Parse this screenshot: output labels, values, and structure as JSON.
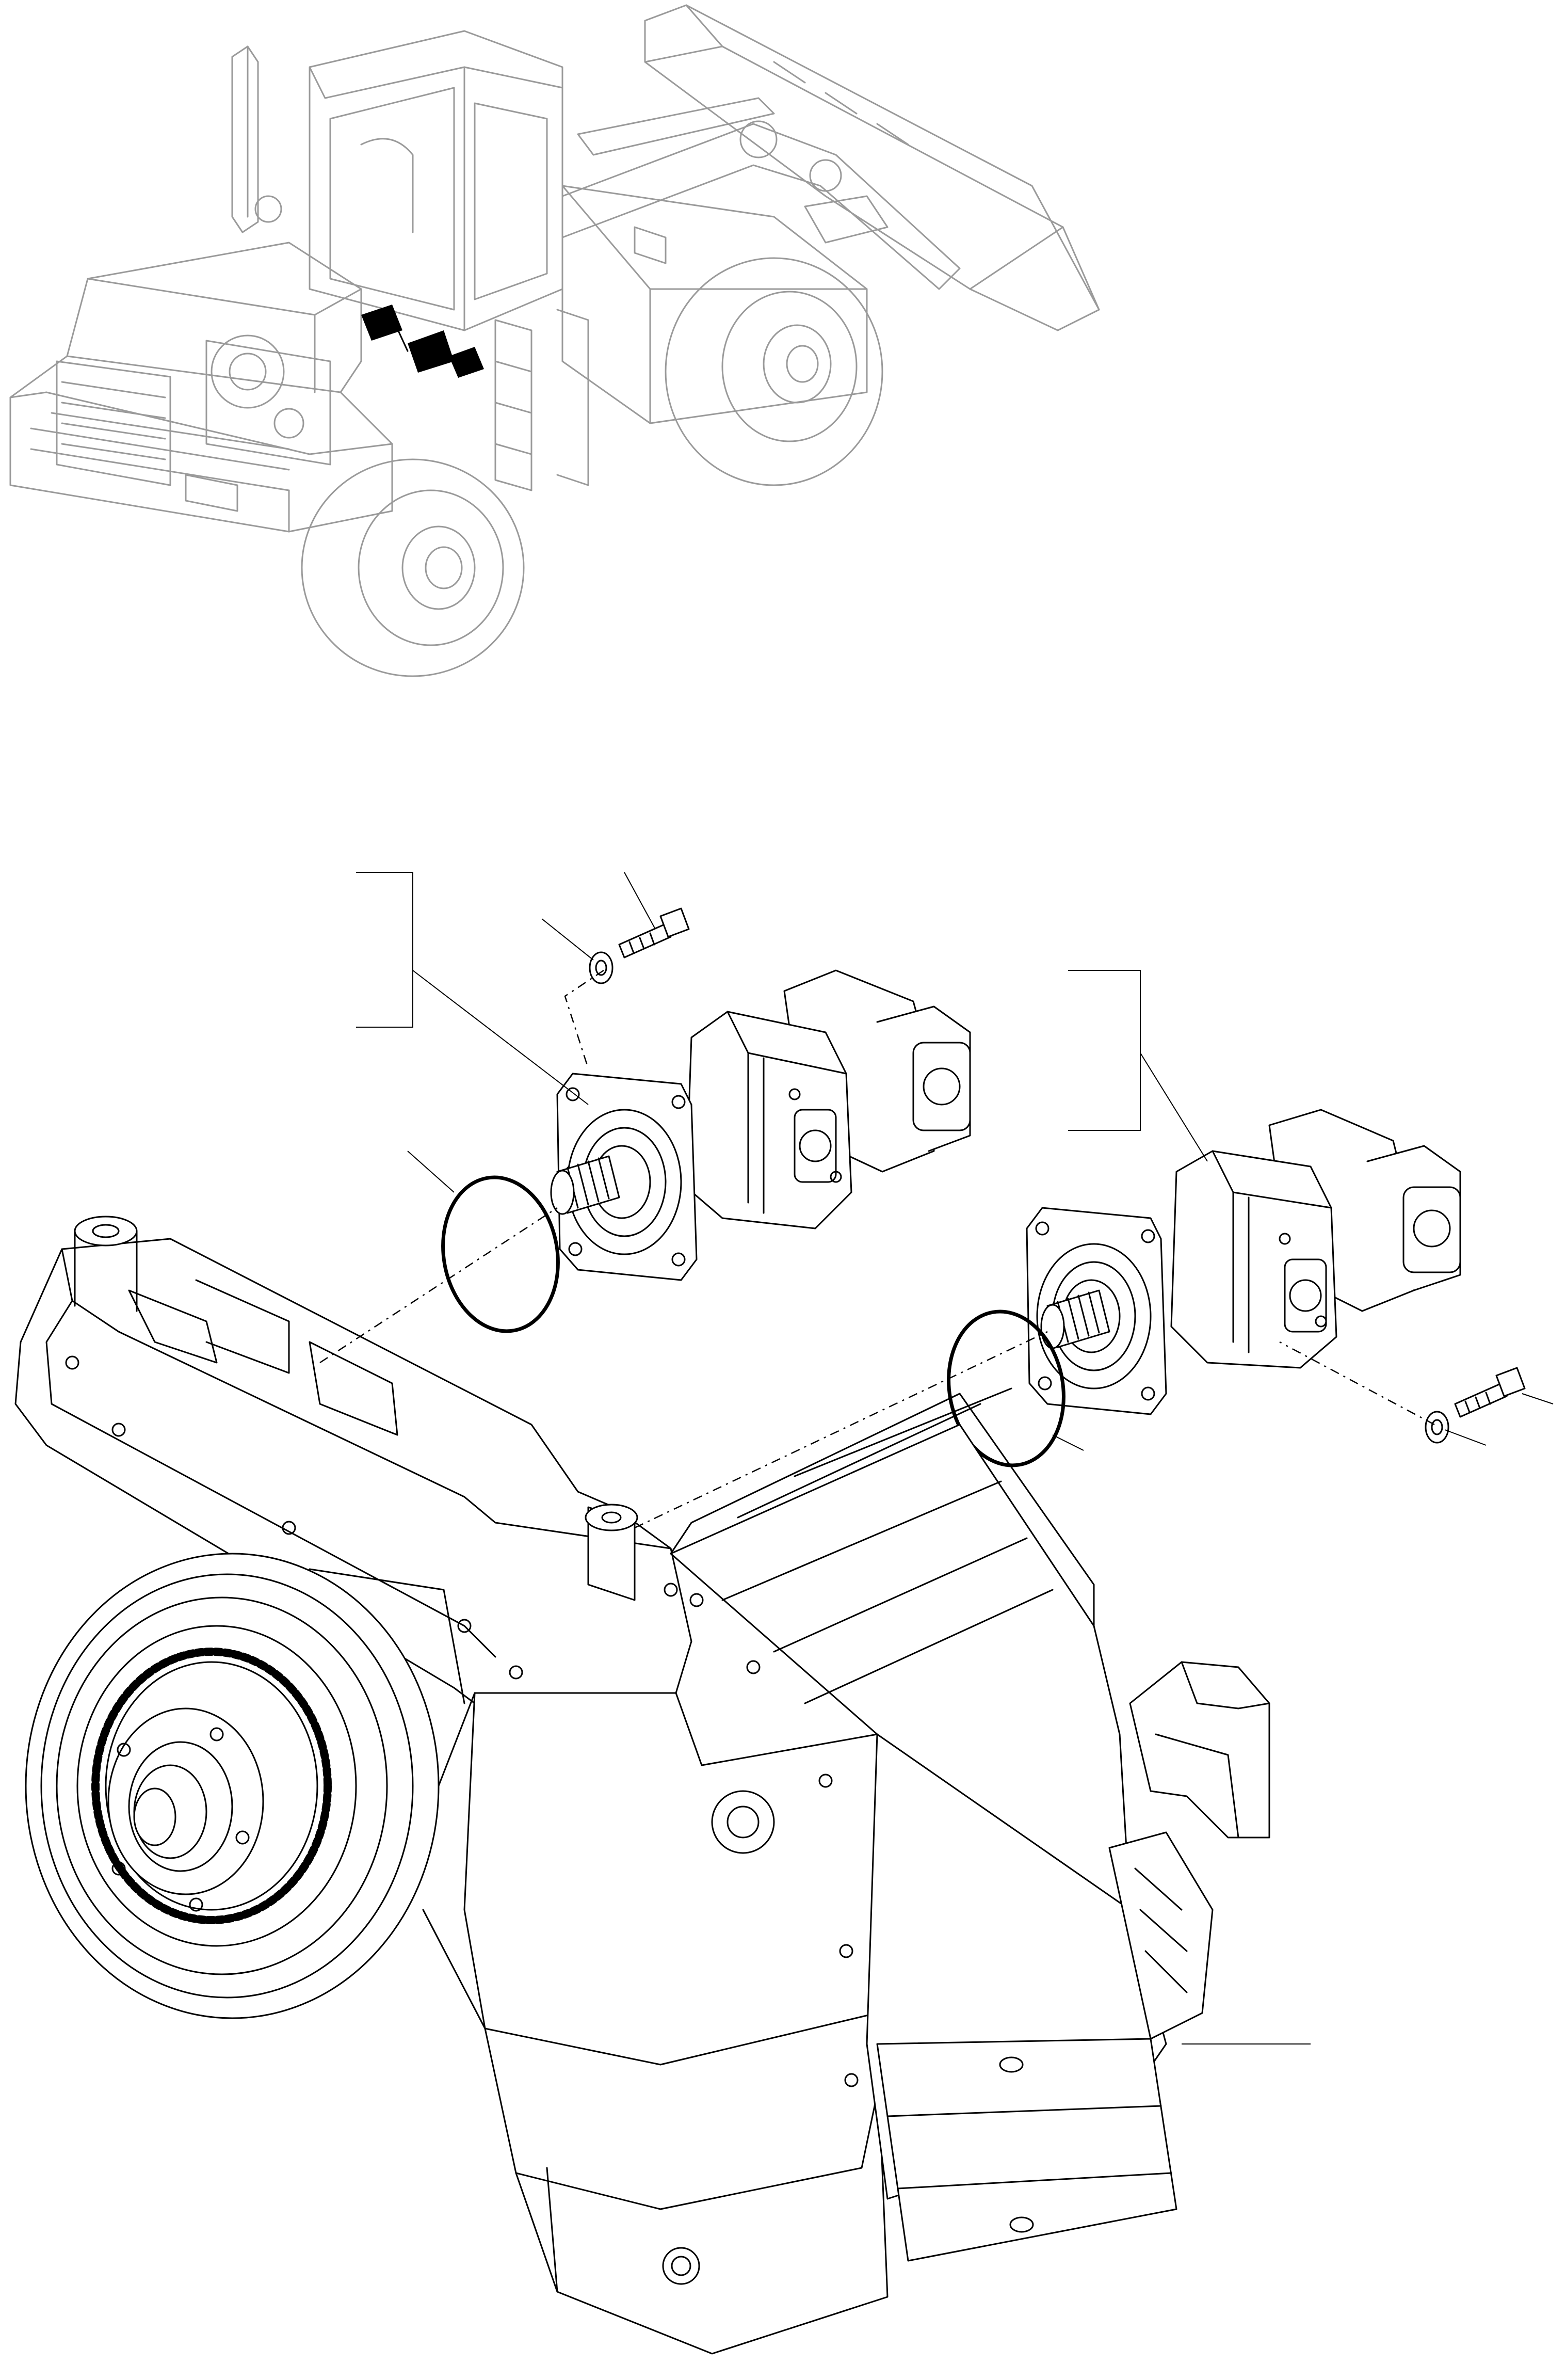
{
  "figure": {
    "loader_overview": {
      "highlight_color": "#000000",
      "outline_color": "#9a9a9a"
    },
    "exploded_view": {
      "parts": [
        {
          "id": "pump-assembly-upper",
          "icon": "hydraulic-pump"
        },
        {
          "id": "pump-assembly-lower",
          "icon": "hydraulic-pump"
        },
        {
          "id": "o-ring-upper",
          "icon": "o-ring"
        },
        {
          "id": "o-ring-lower",
          "icon": "o-ring"
        },
        {
          "id": "bolt-upper",
          "icon": "bolt"
        },
        {
          "id": "washer-upper",
          "icon": "washer"
        },
        {
          "id": "bolt-lower",
          "icon": "bolt"
        },
        {
          "id": "washer-lower",
          "icon": "washer"
        },
        {
          "id": "transmission-case",
          "icon": "transmission"
        }
      ]
    }
  }
}
